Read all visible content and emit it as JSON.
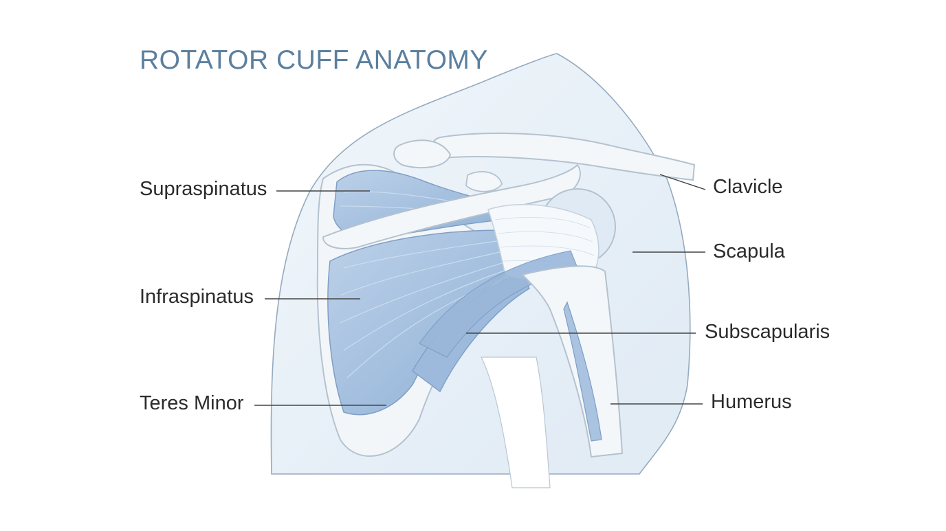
{
  "title": "ROTATOR CUFF ANATOMY",
  "labels": {
    "supraspinatus": "Supraspinatus",
    "infraspinatus": "Infraspinatus",
    "teres_minor": "Teres Minor",
    "clavicle": "Clavicle",
    "scapula": "Scapula",
    "subscapularis": "Subscapularis",
    "humerus": "Humerus"
  },
  "colors": {
    "title": "#5b7f9e",
    "body_fill": "#e6f0f8",
    "body_outline": "#7c95ad",
    "bone": "#f1f4f7",
    "bone_outline": "#b9c6d2",
    "muscle": "#a9c3e0",
    "muscle_dark": "#86a7cf",
    "tendon": "#f4f7fb",
    "leader_line": "#444444"
  }
}
